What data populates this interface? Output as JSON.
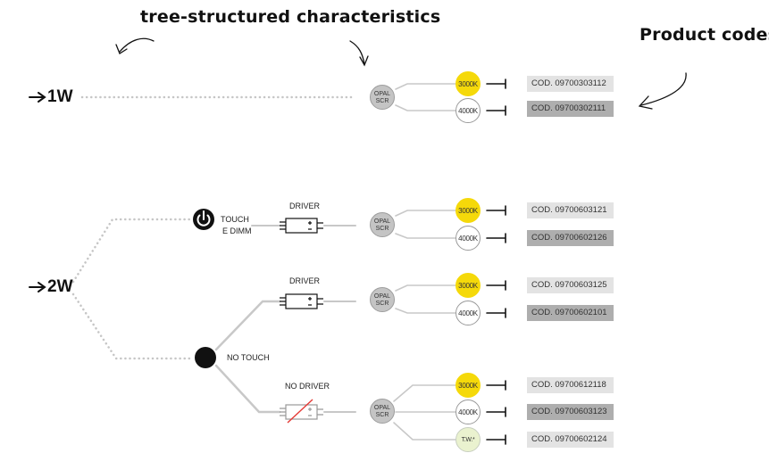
{
  "annotations": {
    "left": "tree-structured characteristics",
    "right": "Product codes"
  },
  "branches": {
    "w1": {
      "label": "1W"
    },
    "w2": {
      "label": "2W"
    }
  },
  "nodes": {
    "touch_label_1": "TOUCH",
    "touch_label_2": "E DIMM",
    "no_touch_label": "NO TOUCH",
    "driver_label": "DRIVER",
    "no_driver_label": "NO DRIVER",
    "opal_1": "OPAL",
    "opal_2": "SCR"
  },
  "products": [
    {
      "temp": "3000K",
      "code": "COD. 09700303112",
      "shade": "light"
    },
    {
      "temp": "4000K",
      "code": "COD. 09700302111",
      "shade": "dark"
    },
    {
      "temp": "3000K",
      "code": "COD. 09700603121",
      "shade": "light"
    },
    {
      "temp": "4000K",
      "code": "COD. 09700602126",
      "shade": "dark"
    },
    {
      "temp": "3000K",
      "code": "COD. 09700603125",
      "shade": "light"
    },
    {
      "temp": "4000K",
      "code": "COD. 09700602101",
      "shade": "dark"
    },
    {
      "temp": "3000K",
      "code": "COD. 09700612118",
      "shade": "light"
    },
    {
      "temp": "4000K",
      "code": "COD. 09700603123",
      "shade": "dark"
    },
    {
      "temp": "T.W.*",
      "code": "COD. 09700602124",
      "shade": "light"
    }
  ],
  "colors": {
    "yellow": "#f5d90a",
    "line": "#c8c8c8",
    "dots": "#c6c6c6",
    "code_light": "#e3e3e3",
    "code_dark": "#aeaeae",
    "strike": "#e53935"
  }
}
